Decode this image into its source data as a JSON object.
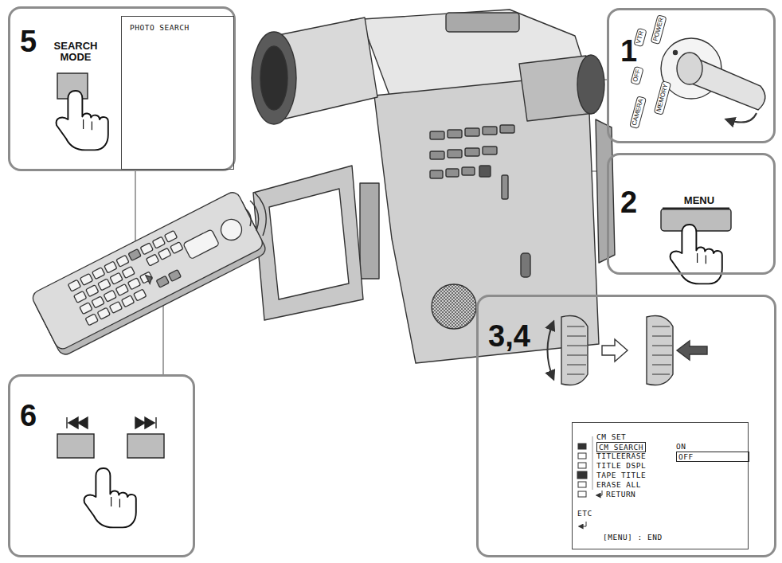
{
  "diagram": {
    "nodes": [
      {
        "text": [
          "5",
          "SEARCH MODE"
        ]
      },
      {
        "text": [
          "PHOTO SEARCH"
        ],
        "in": 0
      },
      {
        "text": [
          "1",
          "VTR",
          "POWER",
          "OFF",
          "CAMERA",
          "MEMORY"
        ]
      },
      {
        "text": [
          "2",
          "MENU"
        ]
      },
      {
        "text": [
          "3,4"
        ]
      },
      {
        "text": [
          "CM SET",
          "CM SEARCH",
          "ON",
          "TITLEERASE",
          "OFF",
          "TITLE DSPL",
          "TAPE TITLE",
          "ERASE ALL",
          "RETURN",
          "ETC",
          "[MENU] : END"
        ],
        "in": 4
      },
      {
        "text": [
          "6"
        ]
      }
    ]
  }
}
